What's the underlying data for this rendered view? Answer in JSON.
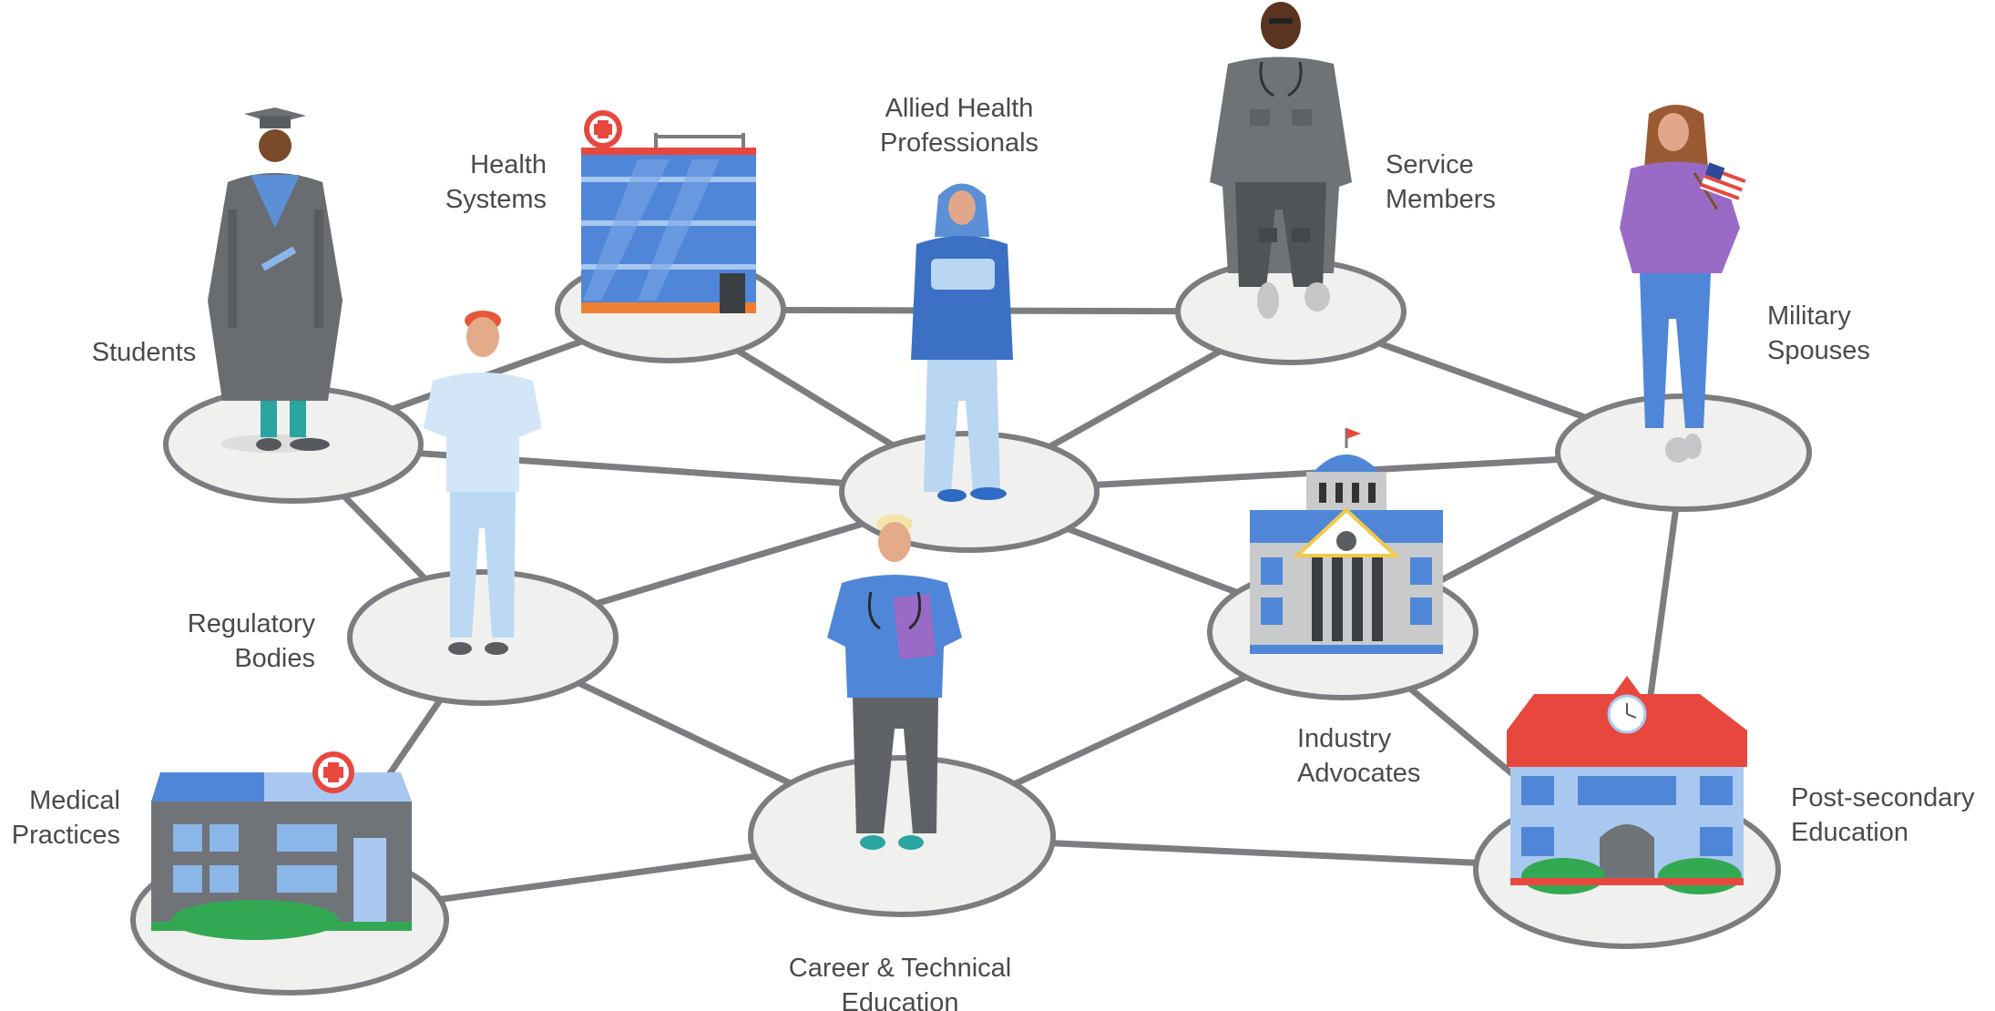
{
  "diagram": {
    "nodes": [
      {
        "id": "students",
        "label_lines": [
          "Students"
        ],
        "figure": "graduate-person"
      },
      {
        "id": "health-systems",
        "label_lines": [
          "Health",
          "Systems"
        ],
        "figure": "hospital-building"
      },
      {
        "id": "allied-health",
        "label_lines": [
          "Allied Health",
          "Professionals"
        ],
        "figure": "hijab-health-professional"
      },
      {
        "id": "service-members",
        "label_lines": [
          "Service",
          "Members"
        ],
        "figure": "uniformed-service-member"
      },
      {
        "id": "military-spouses",
        "label_lines": [
          "Military",
          "Spouses"
        ],
        "figure": "woman-with-flag"
      },
      {
        "id": "regulatory-bodies",
        "label_lines": [
          "Regulatory",
          "Bodies"
        ],
        "figure": "nurse-in-scrubs"
      },
      {
        "id": "center",
        "label_lines": [],
        "figure": "none"
      },
      {
        "id": "industry-advocates",
        "label_lines": [
          "Industry",
          "Advocates"
        ],
        "figure": "government-building"
      },
      {
        "id": "medical-practices",
        "label_lines": [
          "Medical",
          "Practices"
        ],
        "figure": "clinic-building"
      },
      {
        "id": "career-technical",
        "label_lines": [
          "Career & Technical",
          "Education"
        ],
        "figure": "clinician-with-folder"
      },
      {
        "id": "post-secondary",
        "label_lines": [
          "Post-secondary",
          "Education"
        ],
        "figure": "school-building"
      }
    ],
    "edges": [
      [
        "students",
        "health-systems"
      ],
      [
        "students",
        "center"
      ],
      [
        "students",
        "regulatory-bodies"
      ],
      [
        "health-systems",
        "service-members"
      ],
      [
        "health-systems",
        "center"
      ],
      [
        "service-members",
        "center"
      ],
      [
        "service-members",
        "military-spouses"
      ],
      [
        "military-spouses",
        "center"
      ],
      [
        "military-spouses",
        "industry-advocates"
      ],
      [
        "military-spouses",
        "post-secondary"
      ],
      [
        "center",
        "regulatory-bodies"
      ],
      [
        "center",
        "industry-advocates"
      ],
      [
        "regulatory-bodies",
        "medical-practices"
      ],
      [
        "regulatory-bodies",
        "career-technical"
      ],
      [
        "industry-advocates",
        "career-technical"
      ],
      [
        "industry-advocates",
        "post-secondary"
      ],
      [
        "medical-practices",
        "career-technical"
      ],
      [
        "career-technical",
        "post-secondary"
      ]
    ],
    "colors": {
      "edge": "#7b7d80",
      "node_fill": "#f0f0ee",
      "node_stroke": "#7b7d80",
      "label": "#4a4a4a",
      "building_blue": "#4a7fd4",
      "roof_red": "#e8473e",
      "accent_green": "#33a852"
    }
  }
}
